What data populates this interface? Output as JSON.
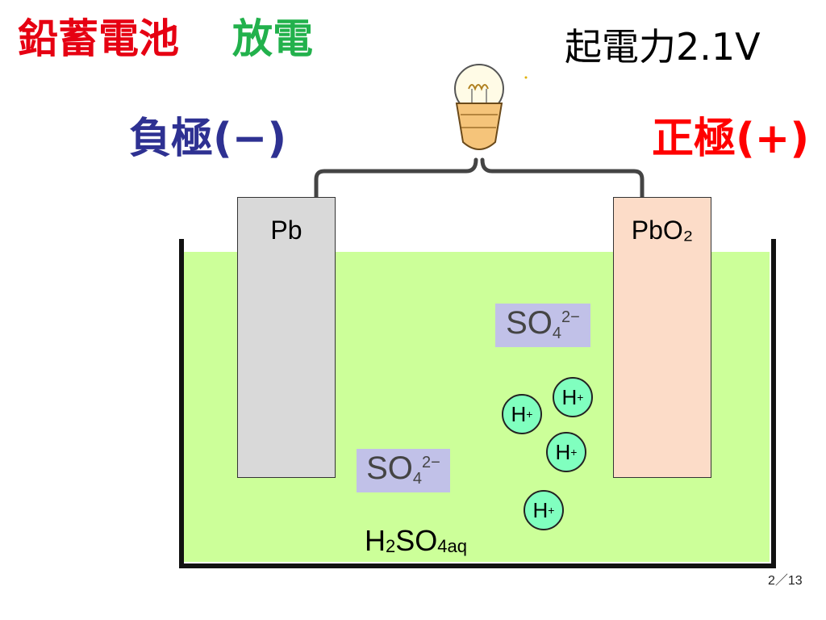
{
  "title": {
    "main": "鉛蓄電池",
    "sub": "放電"
  },
  "emf": "起電力2.1V",
  "poles": {
    "negative": "負極(−)",
    "positive": "正極(+)"
  },
  "electrodes": [
    {
      "label": "Pb"
    },
    {
      "label": "PbO₂"
    }
  ],
  "ions": {
    "sulfate": {
      "base": "SO",
      "subscript": "4",
      "charge": "2−"
    },
    "hydrogen": {
      "base": "H",
      "charge": "+"
    }
  },
  "solution": {
    "h": "H",
    "h_sub": "2",
    "so": "SO",
    "so_sub": "4aq"
  },
  "page_number": "2／13",
  "colors": {
    "title_main": "#e60012",
    "title_sub": "#22b14c",
    "negative": "#2e3192",
    "positive": "#ff0000",
    "liquid": "#ccff99",
    "beaker": "#111111",
    "pb_electrode": "#d9d9d9",
    "pbo2_electrode": "#fcdcc8",
    "sulfate_box": "#c1c1e8",
    "h_ion": "#80ffbf",
    "wire": "#444444"
  }
}
